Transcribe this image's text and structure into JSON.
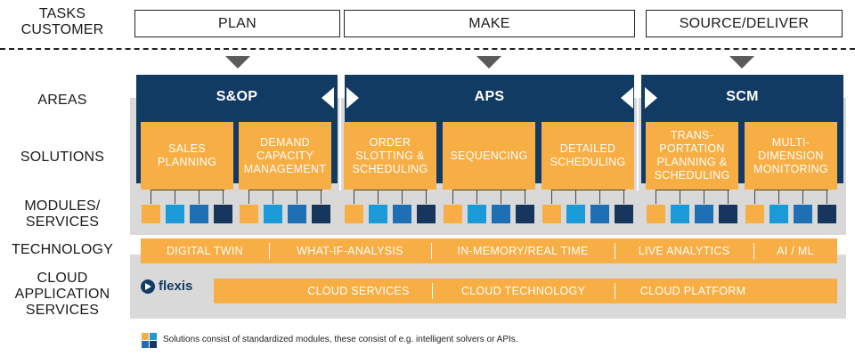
{
  "rows": {
    "tasks": [
      "TASKS",
      "CUSTOMER"
    ],
    "areas": "AREAS",
    "solutions": "SOLUTIONS",
    "modules": [
      "MODULES/",
      "SERVICES"
    ],
    "technology": "TECHNOLOGY",
    "cloud": [
      "CLOUD",
      "APPLICATION",
      "SERVICES"
    ]
  },
  "tasks": [
    "PLAN",
    "MAKE",
    "SOURCE/DELIVER"
  ],
  "areas": [
    "S&OP",
    "APS",
    "SCM"
  ],
  "solutions": [
    [
      "SALES",
      "PLANNING"
    ],
    [
      "DEMAND",
      "CAPACITY",
      "MANAGEMENT"
    ],
    [
      "ORDER",
      "SLOTTING &",
      "SCHEDULING"
    ],
    [
      "SEQUENCING"
    ],
    [
      "DETAILED",
      "SCHEDULING"
    ],
    [
      "TRANS-",
      "PORTATION",
      "PLANNING &",
      "SCHEDULING"
    ],
    [
      "MULTI-",
      "DIMENSION",
      "MONITORING"
    ]
  ],
  "technology": [
    "DIGITAL TWIN",
    "WHAT-IF-ANALYSIS",
    "IN-MEMORY/REAL TIME",
    "LIVE ANALYTICS",
    "AI / ML"
  ],
  "cloud": {
    "logo": "flexis",
    "items": [
      "CLOUD SERVICES",
      "CLOUD TECHNOLOGY",
      "CLOUD PLATFORM"
    ]
  },
  "legend": "Solutions consist of standardized modules, these consist of e.g. intelligent solvers or APIs.",
  "colors": {
    "navy": "#123b63",
    "orange": "#f7ae44",
    "light_blue": "#1a9ad6",
    "mid_blue": "#1f6fb5",
    "dark_navy": "#17365d",
    "gray": "#d9d9d9"
  }
}
